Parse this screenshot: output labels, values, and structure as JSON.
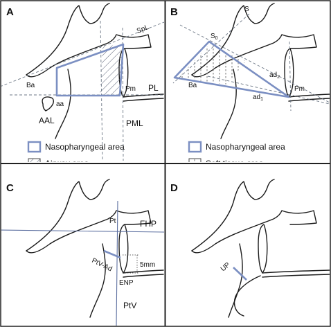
{
  "panels": {
    "a": {
      "letter": "A",
      "labels": {
        "spl": "SpL",
        "ba": "Ba",
        "pm": "Pm",
        "pl": "PL",
        "aa": "aa",
        "aal": "AAL",
        "pml": "PML"
      },
      "legend": [
        {
          "label": "Nasopharyngeal area"
        },
        {
          "label": "Airway area"
        }
      ]
    },
    "b": {
      "letter": "B",
      "labels": {
        "s": "S",
        "s0": "S",
        "s0_sub": "0",
        "ba": "Ba",
        "pm": "Pm",
        "ad1": "ad",
        "ad1_sub": "1",
        "ad2": "ad",
        "ad2_sub": "2"
      },
      "legend": [
        {
          "label": "Nasopharyngeal area"
        },
        {
          "label": "Soft tissue area"
        }
      ]
    },
    "c": {
      "letter": "C",
      "labels": {
        "pt": "Pt",
        "fhp": "FHP",
        "ptv_ad": "PtV-Ad",
        "mm": "5mm",
        "enp": "ENP",
        "ptv": "PtV"
      }
    },
    "d": {
      "letter": "D",
      "labels": {
        "up": "UP"
      }
    }
  },
  "colors": {
    "outline": "#7b8fc2",
    "line": "#1a1a1a",
    "refline": "#6b7684",
    "grid": "#222222"
  }
}
